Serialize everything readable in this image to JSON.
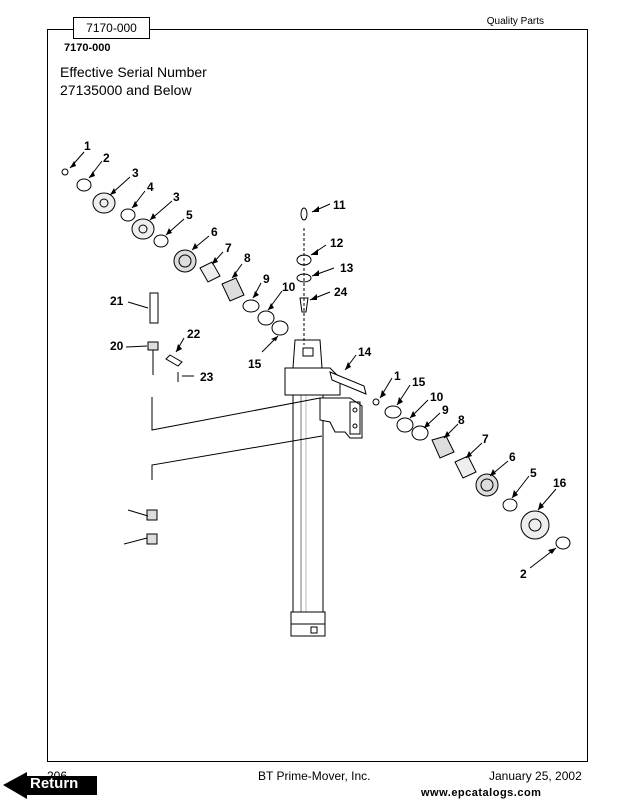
{
  "header": {
    "doc_number": "7170-000",
    "quality_label": "Quality Parts"
  },
  "content": {
    "part_code": "7170-000",
    "serial_line1": "Effective Serial Number",
    "serial_line2": "27135000 and Below"
  },
  "callouts": [
    "1",
    "2",
    "3",
    "4",
    "3",
    "5",
    "6",
    "7",
    "8",
    "9",
    "10",
    "15",
    "11",
    "12",
    "13",
    "24",
    "21",
    "22",
    "20",
    "23",
    "14",
    "1",
    "15",
    "10",
    "9",
    "8",
    "7",
    "6",
    "5",
    "16",
    "2"
  ],
  "footer": {
    "page_number": "206",
    "company": "BT Prime-Mover, Inc.",
    "date": "January 25, 2002",
    "return_label": "Return",
    "watermark": "www.epcatalogs.com"
  }
}
